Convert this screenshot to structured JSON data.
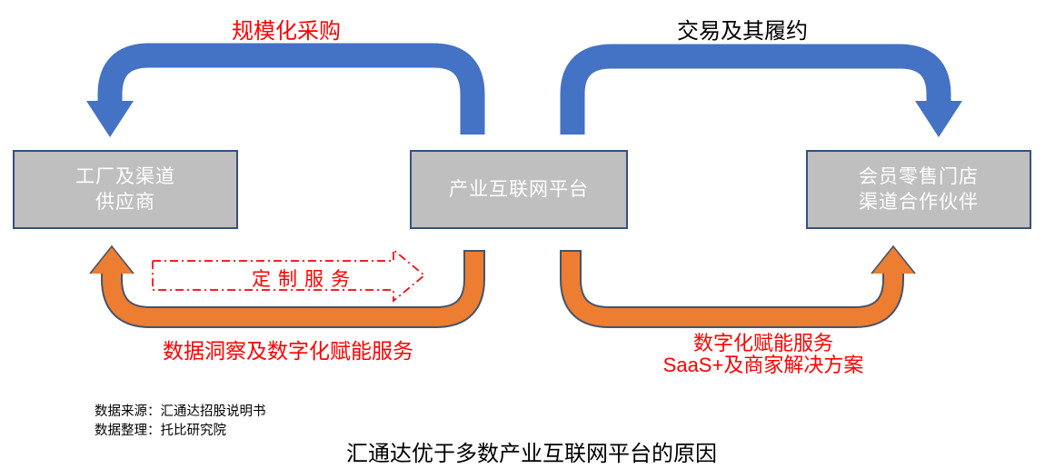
{
  "diagram": {
    "title": "汇通达优于多数产业互联网平台的原因",
    "source": {
      "line1": "数据来源：汇通达招股说明书",
      "line2": "数据整理：托比研究院"
    },
    "boxes": {
      "left": {
        "line1": "工厂及渠道",
        "line2": "供应商"
      },
      "center": {
        "line1": "产业互联网平台"
      },
      "right": {
        "line1": "会员零售门店",
        "line2": "渠道合作伙伴"
      }
    },
    "flows": {
      "top_left": {
        "label": "规模化采购",
        "direction": "platform-to-suppliers"
      },
      "top_right": {
        "label": "交易及其履约",
        "direction": "platform-to-stores"
      },
      "middle": {
        "label": "定制服务",
        "direction": "suppliers-to-platform"
      },
      "bottom_left": {
        "label": "数据洞察及数字化赋能服务",
        "direction": "platform-to-suppliers"
      },
      "bottom_right": {
        "label1": "数字化赋能服务",
        "label2": "SaaS+及商家解决方案",
        "direction": "platform-to-stores"
      }
    },
    "colors": {
      "blue_arrow": "#4472C4",
      "orange_arrow": "#ED7D31",
      "arrow_outline": "#44546A",
      "box_fill": "#BFBFBF",
      "box_border": "#35507E",
      "red_text": "#FF0000",
      "black_text": "#000000"
    }
  }
}
